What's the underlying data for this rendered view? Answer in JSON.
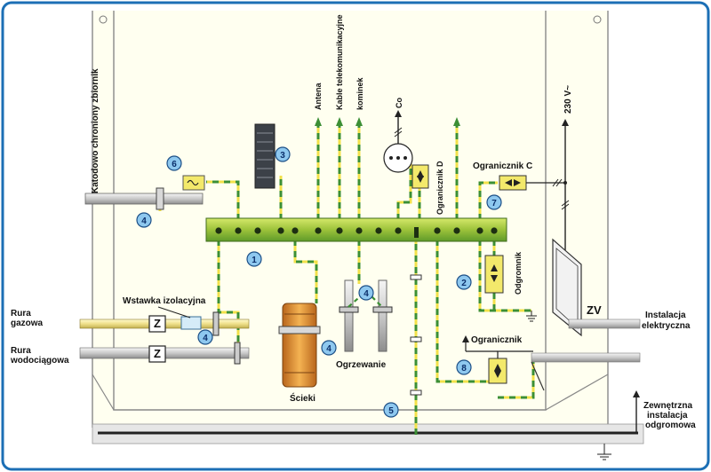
{
  "labels": {
    "zone": "Katodowo chroniony zbiornik",
    "antenna": "Antena",
    "telecom": "Kable telekomunikacyjne",
    "chimney": "kominek",
    "co": "Co",
    "arrester_d": "Ogranicznik D",
    "arrester_c": "Ogranicznik C",
    "arrester_b": "Odgromnik",
    "arrester": "Ogranicznik",
    "voltage": "230 V~",
    "insulating_insert": "Wstawka izolacyjna",
    "gas_pipe_1": "Rura",
    "gas_pipe_2": "gazowa",
    "water_pipe_1": "Rura",
    "water_pipe_2": "wodociągowa",
    "sewage": "Ścieki",
    "heating": "Ogrzewanie",
    "electric_1": "Instalacja",
    "electric_2": "elektryczna",
    "zv": "ZV",
    "ext_1": "Zewnętrzna",
    "ext_2": "instalacja",
    "ext_3": "odgromowa",
    "z": "Z"
  },
  "markers": [
    "1",
    "2",
    "3",
    "4",
    "5",
    "6",
    "7",
    "8"
  ],
  "colors": {
    "frame": "#1c6fb5",
    "background": "#fffff0",
    "bar": "#a9c93a",
    "wire_yellow": "#f2e14a",
    "wire_green": "#3c8f35",
    "marker_fill": "#8ec8ef",
    "device": "#f3e96b"
  }
}
